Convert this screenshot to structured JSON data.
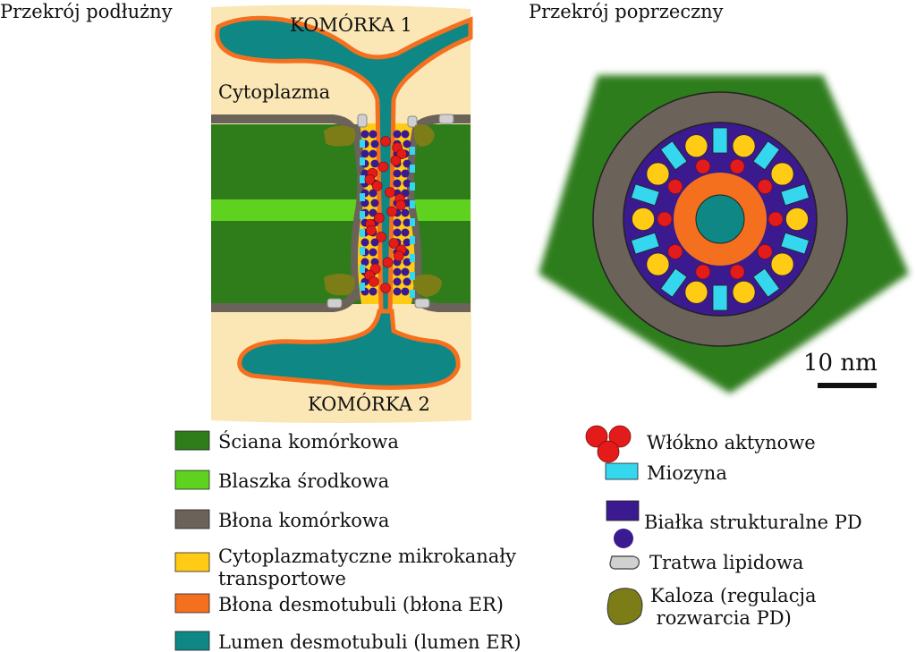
{
  "titles": {
    "longitudinal": "Przekrój podłużny",
    "cross": "Przekrój poprzeczny"
  },
  "labels": {
    "cell1": "KOMÓRKA 1",
    "cell2": "KOMÓRKA 2",
    "cytoplasm": "Cytoplazma",
    "scale": "10 nm"
  },
  "legend_left": [
    {
      "lines": [
        "Ściana komórkowa"
      ],
      "color": "#2e7d1a",
      "shape": "square"
    },
    {
      "lines": [
        "Blaszka środkowa"
      ],
      "color": "#5fd21f",
      "shape": "square"
    },
    {
      "lines": [
        "Błona komórkowa"
      ],
      "color": "#6b6259",
      "shape": "square"
    },
    {
      "lines": [
        "Cytoplazmatyczne mikrokanały",
        "transportowe"
      ],
      "color": "#ffcb14",
      "shape": "square"
    },
    {
      "lines": [
        "Błona desmotubuli (błona ER)"
      ],
      "color": "#f5701e",
      "shape": "square"
    },
    {
      "lines": [
        "Lumen desmotubuli (lumen ER)"
      ],
      "color": "#0e8785",
      "shape": "square"
    }
  ],
  "legend_right": [
    {
      "lines": [
        "Włókno aktynowe"
      ],
      "color": "#e41b1b",
      "shape": "actin"
    },
    {
      "lines": [
        "Miozyna"
      ],
      "color": "#35d7ee",
      "shape": "myosin"
    },
    {
      "lines": [
        "Białka strukturalne PD"
      ],
      "color": "#3a1a8e",
      "shape": "protein"
    },
    {
      "lines": [
        "Tratwa lipidowa"
      ],
      "color": "#d0d0d0",
      "shape": "raft"
    },
    {
      "lines": [
        "Kaloza (regulacja",
        " rozwarcia PD)"
      ],
      "color": "#7d7d18",
      "shape": "callose"
    }
  ],
  "colors": {
    "wall": "#2e7d1a",
    "lamella": "#5fd21f",
    "membrane": "#6b6259",
    "channel": "#ffcb14",
    "er_membrane": "#f5701e",
    "er_lumen": "#0e8785",
    "cytoplasm": "#fbe7b5",
    "actin": "#e41b1b",
    "myosin": "#35d7ee",
    "protein": "#3a1a8e",
    "raft": "#d0d0d0",
    "callose": "#7d7d18"
  }
}
